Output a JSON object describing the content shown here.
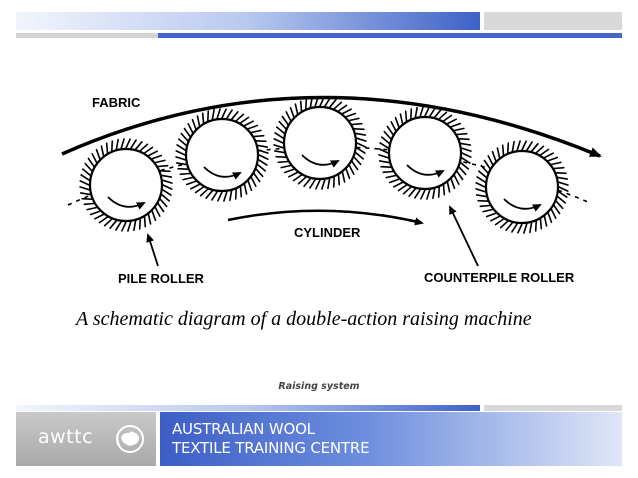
{
  "diagram": {
    "labels": {
      "fabric": "FABRIC",
      "cylinder": "CYLINDER",
      "pile_roller": "PILE ROLLER",
      "counterpile_roller": "COUNTERPILE ROLLER"
    },
    "title": "A schematic diagram of a double-action raising machine",
    "roller_count": 5
  },
  "slide": {
    "caption": "Raising system"
  },
  "footer": {
    "logo_text": "awttc",
    "org_line1": "AUSTRALIAN WOOL",
    "org_line2": "TEXTILE TRAINING CENTRE"
  },
  "colors": {
    "accent_blue": "#3c5ec6",
    "light_blue": "#dfe6f7",
    "gray_bar": "#d4d4d4"
  }
}
